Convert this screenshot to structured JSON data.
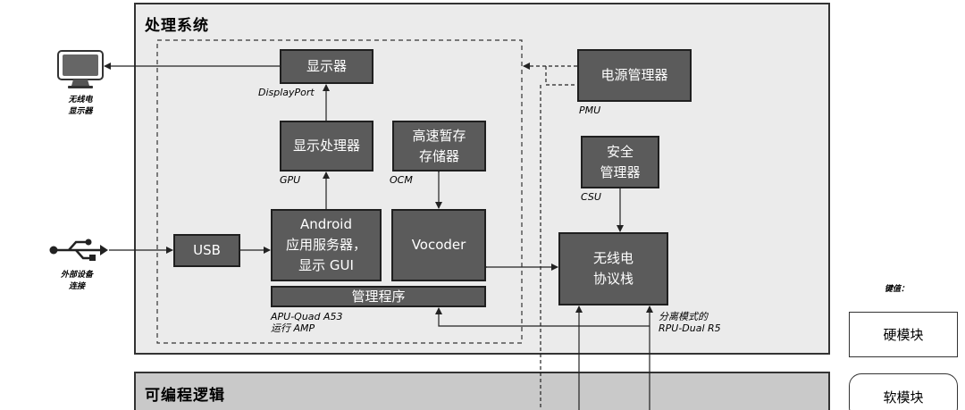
{
  "panels": {
    "processing_system": "处理系统",
    "programmable_logic": "可编程逻辑"
  },
  "blocks": {
    "display": "显示器",
    "gpu_block": "显示处理器",
    "ocm_block": "高速暂存\n存储器",
    "android": "Android\n应用服务器，\n显示 GUI",
    "vocoder": "Vocoder",
    "usb": "USB",
    "hypervisor": "管理程序",
    "power_manager": "电源管理器",
    "security_manager": "安全\n管理器",
    "radio_stack": "无线电\n协议栈"
  },
  "labels": {
    "displayport": "DisplayPort",
    "gpu": "GPU",
    "ocm": "OCM",
    "pmu": "PMU",
    "csu": "CSU",
    "apu": "APU-Quad A53\n运行 AMP",
    "rpu": "分离模式的\nRPU-Dual R5"
  },
  "external": {
    "wireless_display": "无线电\n显示器",
    "peripheral": "外部设备\n连接"
  },
  "legend": {
    "title": "键值：",
    "hard_block": "硬模块",
    "soft_block": "软模块"
  },
  "icons": {
    "monitor": "monitor-icon",
    "usb": "usb-icon"
  },
  "colors": {
    "block_fill": "#5b5b5b",
    "processing_bg": "#ebebeb",
    "logic_bg": "#c9c9c9"
  }
}
